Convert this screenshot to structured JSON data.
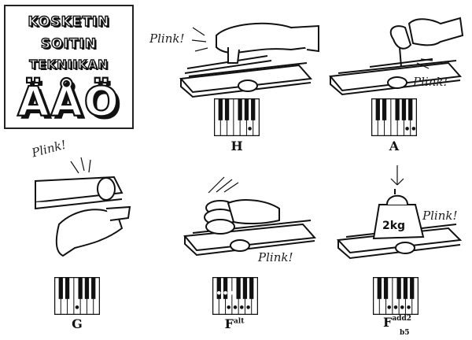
{
  "title": {
    "line1": "KOSKETIN",
    "line2": "SOITIN",
    "line3": "TEKNIIKAN",
    "big": "ÄÅÖ"
  },
  "panels": [
    {
      "id": "h",
      "label": "H",
      "sup": "",
      "sub": "",
      "plink": "Plink!"
    },
    {
      "id": "a",
      "label": "A",
      "sup": "",
      "sub": "",
      "plink": "Plink!"
    },
    {
      "id": "g",
      "label": "G",
      "sup": "",
      "sub": "",
      "plink": "Plink!"
    },
    {
      "id": "falt",
      "label": "F",
      "sup": "alt",
      "sub": "",
      "plink": "Plink!"
    },
    {
      "id": "fadd",
      "label": "F",
      "sup": "add2",
      "sub": "b5",
      "plink": "Plink!",
      "weight": "2kg"
    }
  ]
}
